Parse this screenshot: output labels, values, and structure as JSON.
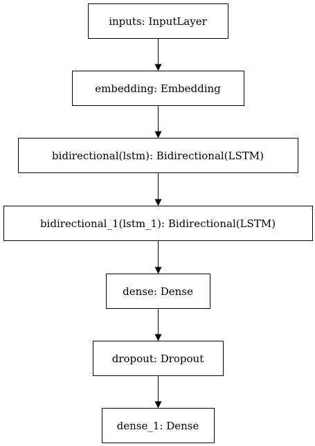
{
  "diagram": {
    "type": "model-graph",
    "colors": {
      "stroke": "#000000",
      "fill": "#ffffff",
      "text": "#000000"
    },
    "nodes": [
      {
        "id": "inputs",
        "label": "inputs: InputLayer"
      },
      {
        "id": "embedding",
        "label": "embedding: Embedding"
      },
      {
        "id": "bidirectional",
        "label": "bidirectional(lstm): Bidirectional(LSTM)"
      },
      {
        "id": "bidirectional_1",
        "label": "bidirectional_1(lstm_1): Bidirectional(LSTM)"
      },
      {
        "id": "dense",
        "label": "dense: Dense"
      },
      {
        "id": "dropout",
        "label": "dropout: Dropout"
      },
      {
        "id": "dense_1",
        "label": "dense_1: Dense"
      }
    ],
    "edges": [
      {
        "from": "inputs",
        "to": "embedding"
      },
      {
        "from": "embedding",
        "to": "bidirectional"
      },
      {
        "from": "bidirectional",
        "to": "bidirectional_1"
      },
      {
        "from": "bidirectional_1",
        "to": "dense"
      },
      {
        "from": "dense",
        "to": "dropout"
      },
      {
        "from": "dropout",
        "to": "dense_1"
      }
    ]
  }
}
